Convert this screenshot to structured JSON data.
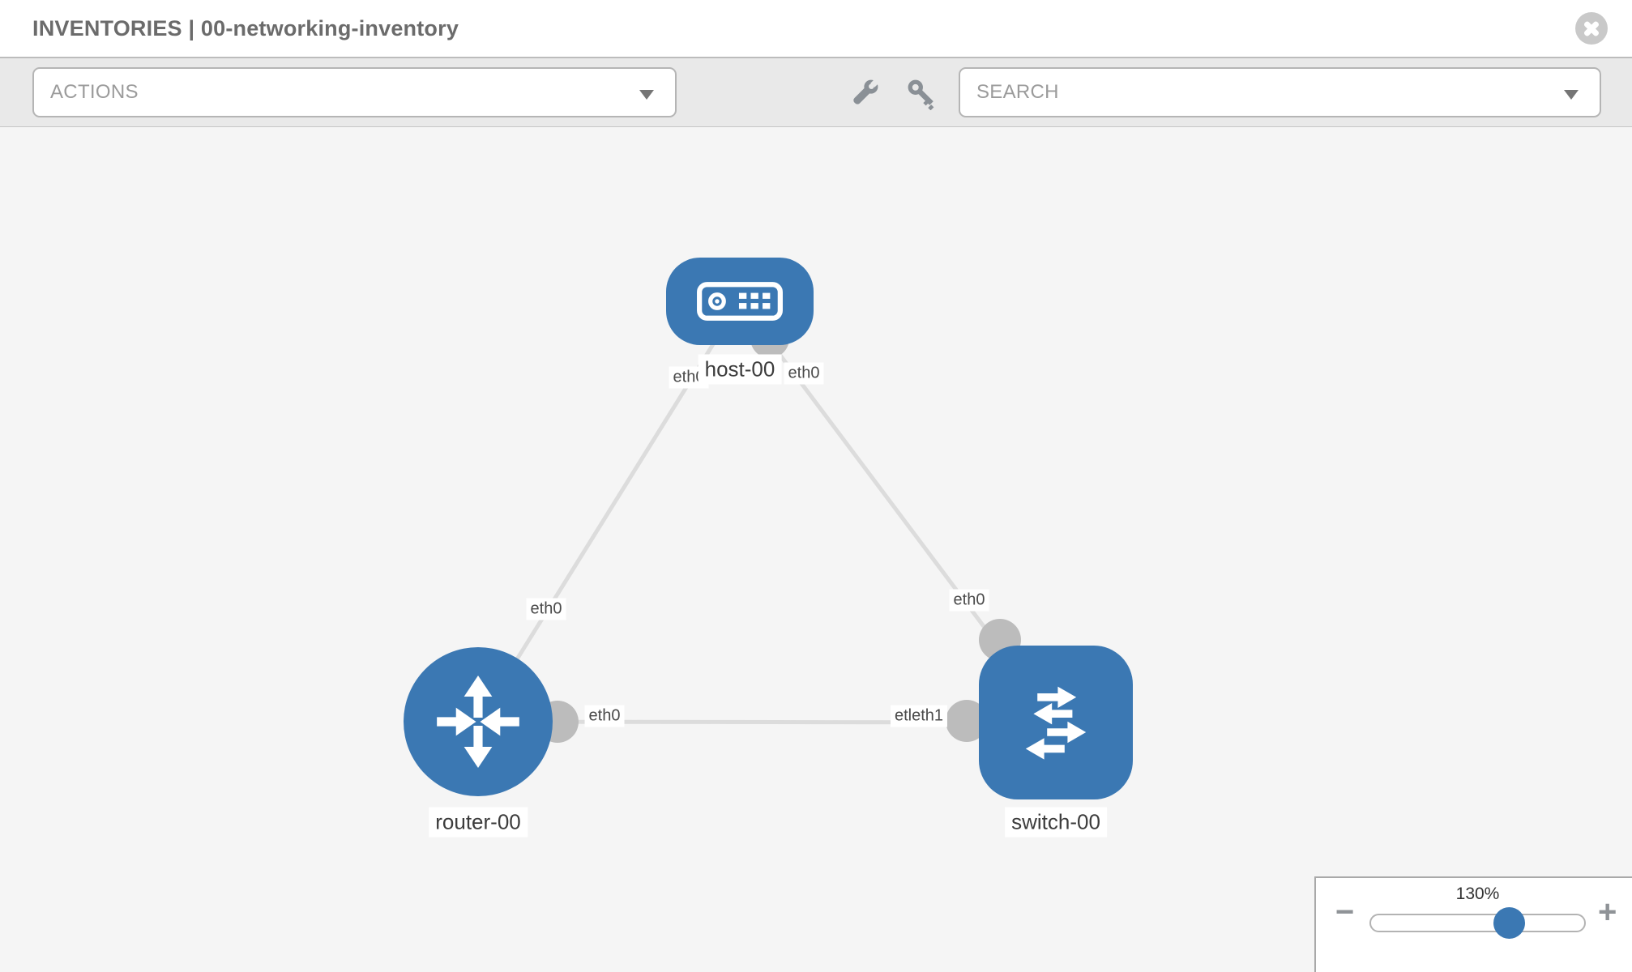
{
  "header": {
    "title": "INVENTORIES | 00-networking-inventory"
  },
  "toolbar": {
    "actions_label": "ACTIONS",
    "search_label": "SEARCH",
    "icons": [
      "wrench-icon",
      "key-icon"
    ]
  },
  "topology": {
    "nodes": [
      {
        "id": "host-00",
        "type": "host",
        "label": "host-00"
      },
      {
        "id": "router-00",
        "type": "router",
        "label": "router-00"
      },
      {
        "id": "switch-00",
        "type": "switch",
        "label": "switch-00"
      }
    ],
    "links": [
      {
        "between": [
          "host-00",
          "router-00"
        ],
        "labels": [
          "eth0",
          "eth0"
        ]
      },
      {
        "between": [
          "host-00",
          "switch-00"
        ],
        "labels": [
          "eth0",
          "eth0"
        ]
      },
      {
        "between": [
          "router-00",
          "switch-00"
        ],
        "labels": [
          "eth0",
          "etleth1"
        ]
      }
    ],
    "labels": {
      "host": "host-00",
      "router": "router-00",
      "switch": "switch-00",
      "if_host_left": "eth0",
      "if_host_right": "eth0",
      "if_router_top": "eth0",
      "if_switch_top": "eth0",
      "if_router_right": "eth0",
      "if_switch_left": "etleth1"
    }
  },
  "zoom_panel": {
    "value": "130%",
    "minus_label": "−",
    "plus_label": "+",
    "thumb_percent": 65
  },
  "colors": {
    "node_blue": "#3b78b3",
    "link_gray": "#dcdcdc",
    "port_gray": "#bcbcbc",
    "canvas_bg": "#f5f5f5",
    "toolbar_bg": "#e9e9e9",
    "icon_gray": "#8a9096"
  }
}
